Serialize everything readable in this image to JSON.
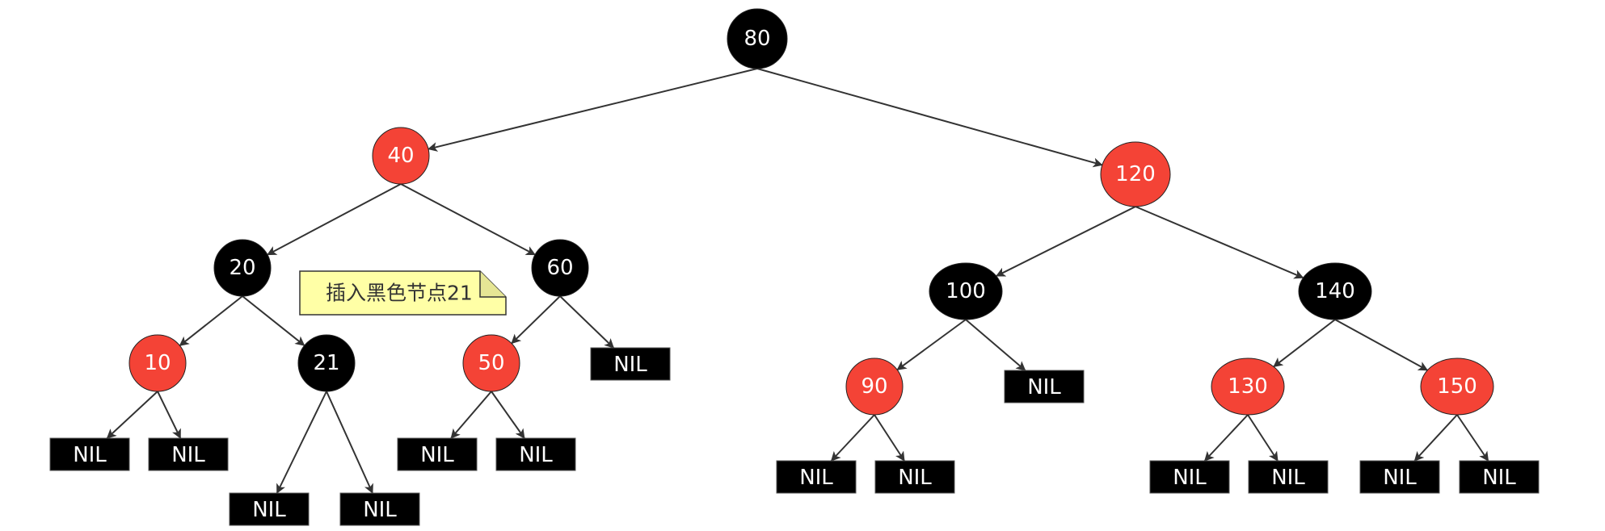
{
  "colors": {
    "red": "#F44336",
    "black": "#000000",
    "edge": "#333333",
    "note_fill": "#FFFFA6",
    "note_stroke": "#333333",
    "text": "#FFFFFF"
  },
  "nodes": [
    {
      "id": "n80",
      "label": "80",
      "color": "black"
    },
    {
      "id": "n40",
      "label": "40",
      "color": "red"
    },
    {
      "id": "n120",
      "label": "120",
      "color": "red"
    },
    {
      "id": "n20",
      "label": "20",
      "color": "black"
    },
    {
      "id": "n60",
      "label": "60",
      "color": "black"
    },
    {
      "id": "n10",
      "label": "10",
      "color": "red"
    },
    {
      "id": "n21",
      "label": "21",
      "color": "black"
    },
    {
      "id": "n50",
      "label": "50",
      "color": "red"
    },
    {
      "id": "n100",
      "label": "100",
      "color": "black"
    },
    {
      "id": "n140",
      "label": "140",
      "color": "black"
    },
    {
      "id": "n90",
      "label": "90",
      "color": "red"
    },
    {
      "id": "n130",
      "label": "130",
      "color": "red"
    },
    {
      "id": "n150",
      "label": "150",
      "color": "red"
    }
  ],
  "nil_label": "NIL",
  "nils": [
    {
      "id": "nil10a",
      "parent": "n10"
    },
    {
      "id": "nil10b",
      "parent": "n10"
    },
    {
      "id": "nil21a",
      "parent": "n21"
    },
    {
      "id": "nil21b",
      "parent": "n21"
    },
    {
      "id": "nil50a",
      "parent": "n50"
    },
    {
      "id": "nil50b",
      "parent": "n50"
    },
    {
      "id": "nil60",
      "parent": "n60"
    },
    {
      "id": "nil90a",
      "parent": "n90"
    },
    {
      "id": "nil90b",
      "parent": "n90"
    },
    {
      "id": "nil100",
      "parent": "n100"
    },
    {
      "id": "nil130a",
      "parent": "n130"
    },
    {
      "id": "nil130b",
      "parent": "n130"
    },
    {
      "id": "nil150a",
      "parent": "n150"
    },
    {
      "id": "nil150b",
      "parent": "n150"
    }
  ],
  "edges": [
    [
      "n80",
      "n40"
    ],
    [
      "n80",
      "n120"
    ],
    [
      "n40",
      "n20"
    ],
    [
      "n40",
      "n60"
    ],
    [
      "n20",
      "n10"
    ],
    [
      "n20",
      "n21"
    ],
    [
      "n60",
      "n50"
    ],
    [
      "n60",
      "nil60"
    ],
    [
      "n10",
      "nil10a"
    ],
    [
      "n10",
      "nil10b"
    ],
    [
      "n21",
      "nil21a"
    ],
    [
      "n21",
      "nil21b"
    ],
    [
      "n50",
      "nil50a"
    ],
    [
      "n50",
      "nil50b"
    ],
    [
      "n120",
      "n100"
    ],
    [
      "n120",
      "n140"
    ],
    [
      "n100",
      "n90"
    ],
    [
      "n100",
      "nil100"
    ],
    [
      "n90",
      "nil90a"
    ],
    [
      "n90",
      "nil90b"
    ],
    [
      "n140",
      "n130"
    ],
    [
      "n140",
      "n150"
    ],
    [
      "n130",
      "nil130a"
    ],
    [
      "n130",
      "nil130b"
    ],
    [
      "n150",
      "nil150a"
    ],
    [
      "n150",
      "nil150b"
    ]
  ],
  "note": {
    "text": "插入黑色节点21"
  }
}
